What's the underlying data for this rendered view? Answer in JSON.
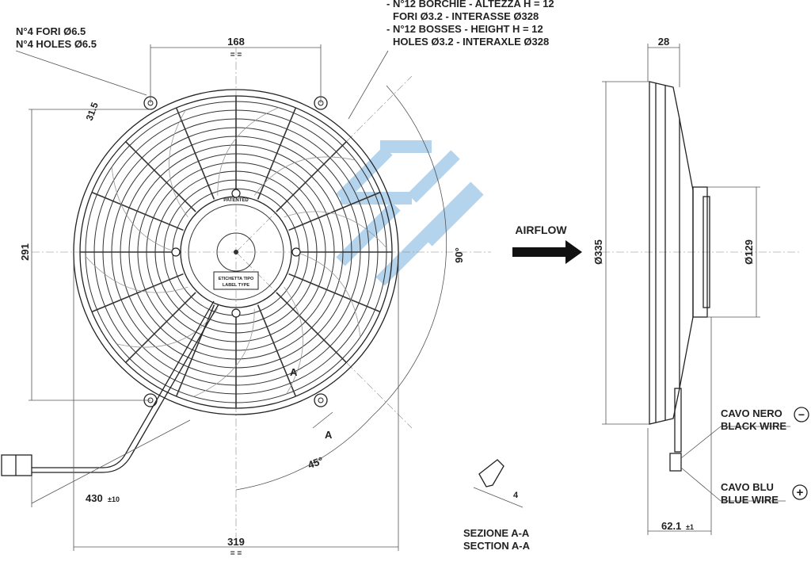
{
  "notes": {
    "holes_it": "N°4 FORI Ø6.5",
    "holes_en": "N°4 HOLES Ø6.5",
    "bosses_it_1": "- N°12 BORCHIE - ALTEZZA H = 12",
    "bosses_it_2": "FORI Ø3.2 - INTERASSE Ø328",
    "bosses_en_1": "- N°12 BOSSES - HEIGHT H = 12",
    "bosses_en_2": "HOLES Ø3.2 - INTERAXLE Ø328"
  },
  "dimensions": {
    "width_168": "168",
    "height_291": "291",
    "offset_31_5": "31.5",
    "angle_90": "90°",
    "angle_45": "45°",
    "cable_430": "430",
    "cable_430_tol": "±10",
    "width_319": "319",
    "depth_28": "28",
    "dia_335": "Ø335",
    "dia_129": "Ø129",
    "depth_62_1": "62.1",
    "depth_62_1_tol": "±1",
    "section_4": "4",
    "equal_mark": "= ="
  },
  "labels": {
    "section_marker": "A",
    "airflow": "AIRFLOW",
    "section_it": "SEZIONE A-A",
    "section_en": "SECTION A-A",
    "patented": "PATENTED",
    "label_type_it": "ETICHETTA TIPO",
    "label_type_en": "LABEL TYPE",
    "black_wire_it": "CAVO NERO",
    "black_wire_en": "BLACK WIRE",
    "blue_wire_it": "CAVO BLU",
    "blue_wire_en": "BLUE WIRE",
    "minus": "−",
    "plus": "+"
  },
  "colors": {
    "watermark": "#5aa0d8",
    "ink": "#222222"
  }
}
